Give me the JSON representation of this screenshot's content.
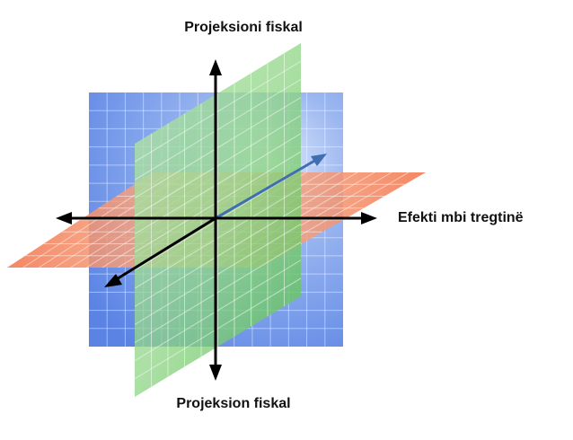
{
  "labels": {
    "top": "Projeksioni fiskal",
    "bottom": "Projeksion fiskal",
    "right": "Efekti mbi tregtinë"
  },
  "colors": {
    "blue_plane": "#5b86e6",
    "green_plane": "#5fc25a",
    "orange_plane": "#f4845a",
    "grid_line": "#ffffff",
    "axis": "#000000",
    "depth_axis_back": "#3f6fb0"
  }
}
